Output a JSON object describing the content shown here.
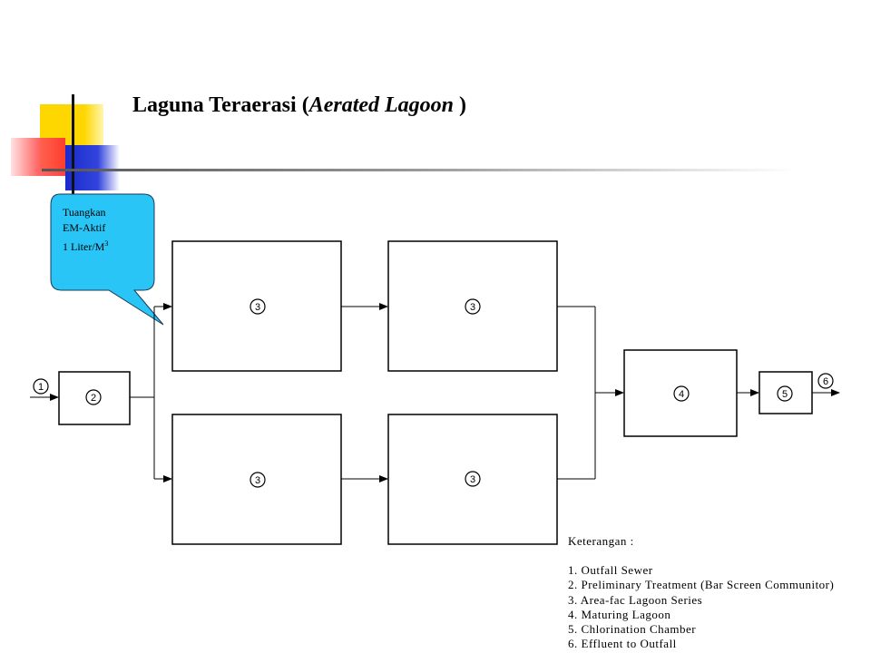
{
  "title": {
    "main": "Laguna Teraerasi (",
    "italic": "Aerated Lagoon",
    "close": " )"
  },
  "callout": {
    "line1": "Tuangkan",
    "line2": "EM-Aktif",
    "line3": "1 Liter/M",
    "sup": "3",
    "fill": "#29c5f6"
  },
  "nodes": {
    "n1": "1",
    "n2": "2",
    "n3a": "3",
    "n3b": "3",
    "n3c": "3",
    "n3d": "3",
    "n4": "4",
    "n5": "5",
    "n6": "6"
  },
  "legend": {
    "heading": "Keterangan  :",
    "items": [
      "1.  Outfall Sewer",
      "2.  Preliminary Treatment (Bar Screen Communitor)",
      "3.  Area-fac Lagoon Series",
      "4.  Maturing Lagoon",
      "5. Chlorination Chamber",
      "6. Effluent to Outfall"
    ]
  },
  "decor_colors": {
    "yellow": "#ffd700",
    "red": "#ff3b3b",
    "blue": "#2233cc"
  }
}
